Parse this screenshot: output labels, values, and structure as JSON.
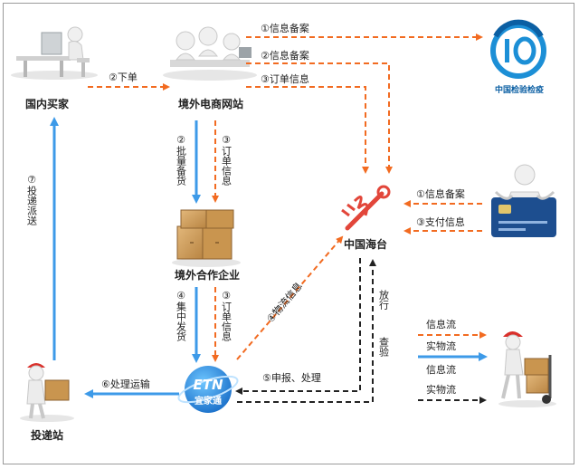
{
  "nodes": {
    "buyer": "国内买家",
    "ecommerce": "境外电商网站",
    "partner": "境外合作企业",
    "delivery": "投递站",
    "customs": "中国海台",
    "ciq": "中国检验检疫",
    "etn_line1": "ETN",
    "etn_line2": "宜家通"
  },
  "arrows": {
    "order": "②下单",
    "info_record_top": "①信息备案",
    "info_record_2": "②信息备案",
    "order_info_3": "③订单信息",
    "batch_record": "②批量备货",
    "order_info_v1": "③订单信息",
    "centralized_ship": "④集中发货",
    "order_info_v2": "③订单信息",
    "logistics_info": "④物流信息",
    "declare": "⑤申报、处理",
    "transport": "⑥处理运输",
    "deliver": "⑦投递派送",
    "pay_record": "①信息备案",
    "pay_info": "③支付信息",
    "release": "放行",
    "inspect": "查验"
  },
  "legend": {
    "info_flow": "信息流",
    "goods_flow": "实物流",
    "info_flow_2": "信息流",
    "goods_flow_2": "实物流"
  },
  "colors": {
    "orange": "#f26b21",
    "blue": "#3d9ae8",
    "black": "#222222",
    "customs_red": "#e2463a",
    "ciq_blue": "#1c8fd6"
  }
}
